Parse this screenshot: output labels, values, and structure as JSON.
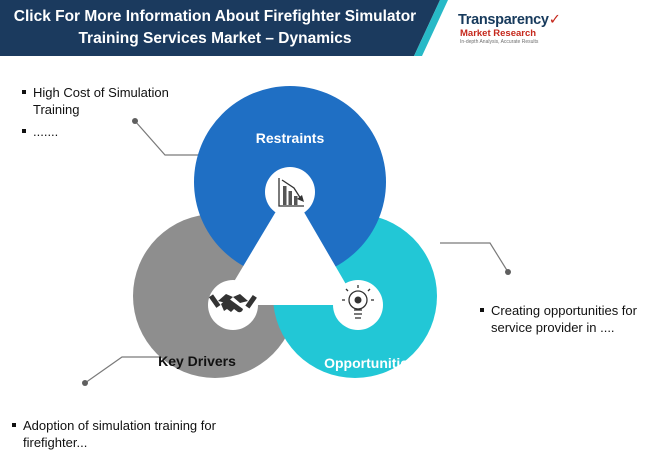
{
  "header": {
    "title_line1": "Click For More Information About Firefighter Simulator",
    "title_line2": "Training Services Market – Dynamics",
    "colors": {
      "banner": "#1b3a5e",
      "accent": "#27b9c7"
    }
  },
  "logo": {
    "main": "Transparency",
    "sub": "Market Research",
    "tag": "In-depth Analysis, Accurate Results"
  },
  "diagram": {
    "segments": [
      {
        "key": "restraints",
        "label": "Restraints",
        "color": "#1f6fc4",
        "icon": "declining-bar-chart-icon"
      },
      {
        "key": "opportunities",
        "label": "Opportunities",
        "color": "#22c7d6",
        "icon": "lightbulb-gear-icon"
      },
      {
        "key": "drivers",
        "label": "Key Drivers",
        "color": "#8e8e8e",
        "icon": "handshake-icon"
      }
    ]
  },
  "callouts": {
    "restraints": [
      "High Cost of Simulation Training",
      "......."
    ],
    "opportunities": [
      "Creating opportunities for service provider in ...."
    ],
    "drivers": [
      "Adoption of simulation training for firefighter..."
    ]
  }
}
